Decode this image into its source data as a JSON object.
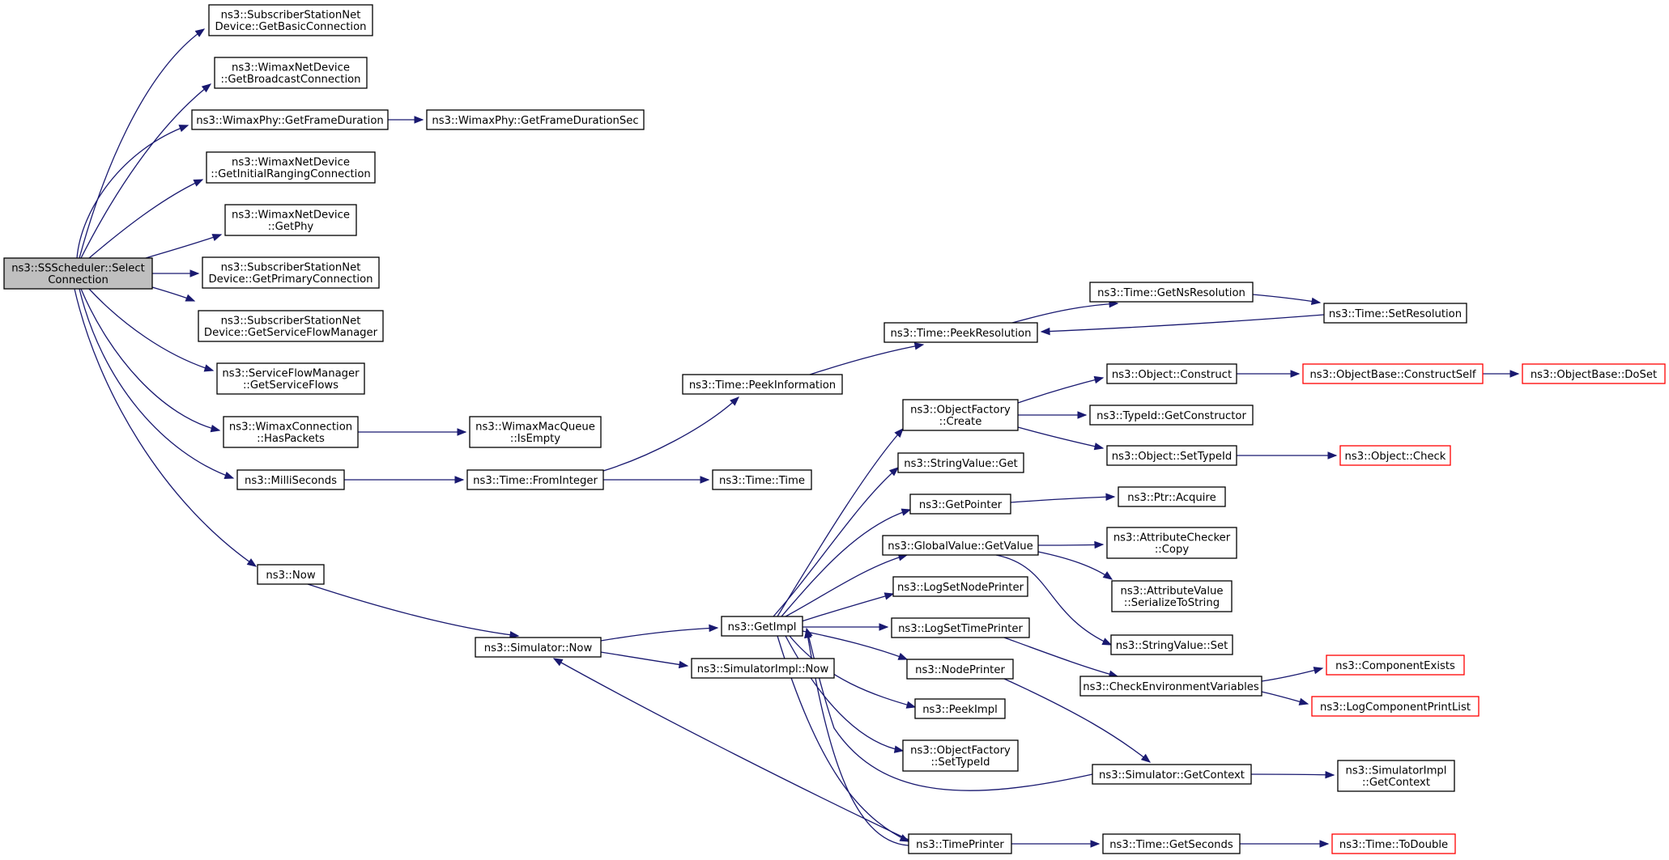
{
  "colors": {
    "edge": "#191970",
    "node_border": "#000000",
    "truncated_border": "#ff0000",
    "root_fill": "#bfbfbf",
    "node_fill": "#ffffff"
  },
  "nodes": [
    {
      "id": "root",
      "lines": [
        "ns3::SSScheduler::Select",
        "Connection"
      ],
      "kind": "root"
    },
    {
      "id": "getBasic",
      "lines": [
        "ns3::SubscriberStationNet",
        "Device::GetBasicConnection"
      ]
    },
    {
      "id": "getBroadcast",
      "lines": [
        "ns3::WimaxNetDevice",
        "::GetBroadcastConnection"
      ]
    },
    {
      "id": "getFrameDur",
      "lines": [
        "ns3::WimaxPhy::GetFrameDuration"
      ]
    },
    {
      "id": "getFrameDurSec",
      "lines": [
        "ns3::WimaxPhy::GetFrameDurationSec"
      ]
    },
    {
      "id": "getInitRanging",
      "lines": [
        "ns3::WimaxNetDevice",
        "::GetInitialRangingConnection"
      ]
    },
    {
      "id": "getPhy",
      "lines": [
        "ns3::WimaxNetDevice",
        "::GetPhy"
      ]
    },
    {
      "id": "getPrimary",
      "lines": [
        "ns3::SubscriberStationNet",
        "Device::GetPrimaryConnection"
      ]
    },
    {
      "id": "getSFM",
      "lines": [
        "ns3::SubscriberStationNet",
        "Device::GetServiceFlowManager"
      ]
    },
    {
      "id": "getSF",
      "lines": [
        "ns3::ServiceFlowManager",
        "::GetServiceFlows"
      ]
    },
    {
      "id": "hasPackets",
      "lines": [
        "ns3::WimaxConnection",
        "::HasPackets"
      ]
    },
    {
      "id": "isEmpty",
      "lines": [
        "ns3::WimaxMacQueue",
        "::IsEmpty"
      ]
    },
    {
      "id": "milli",
      "lines": [
        "ns3::MilliSeconds"
      ]
    },
    {
      "id": "fromInt",
      "lines": [
        "ns3::Time::FromInteger"
      ]
    },
    {
      "id": "timeTime",
      "lines": [
        "ns3::Time::Time"
      ]
    },
    {
      "id": "peekInfo",
      "lines": [
        "ns3::Time::PeekInformation"
      ]
    },
    {
      "id": "peekRes",
      "lines": [
        "ns3::Time::PeekResolution"
      ]
    },
    {
      "id": "getNsRes",
      "lines": [
        "ns3::Time::GetNsResolution"
      ]
    },
    {
      "id": "setRes",
      "lines": [
        "ns3::Time::SetResolution"
      ]
    },
    {
      "id": "now",
      "lines": [
        "ns3::Now"
      ]
    },
    {
      "id": "simNow",
      "lines": [
        "ns3::Simulator::Now"
      ]
    },
    {
      "id": "simImplNow",
      "lines": [
        "ns3::SimulatorImpl::Now"
      ]
    },
    {
      "id": "getImpl",
      "lines": [
        "ns3::GetImpl"
      ]
    },
    {
      "id": "ofCreate",
      "lines": [
        "ns3::ObjectFactory",
        "::Create"
      ]
    },
    {
      "id": "strGet",
      "lines": [
        "ns3::StringValue::Get"
      ]
    },
    {
      "id": "getPointer",
      "lines": [
        "ns3::GetPointer"
      ]
    },
    {
      "id": "gvGetValue",
      "lines": [
        "ns3::GlobalValue::GetValue"
      ]
    },
    {
      "id": "logSetNode",
      "lines": [
        "ns3::LogSetNodePrinter"
      ]
    },
    {
      "id": "logSetTime",
      "lines": [
        "ns3::LogSetTimePrinter"
      ]
    },
    {
      "id": "nodePrinter",
      "lines": [
        "ns3::NodePrinter"
      ]
    },
    {
      "id": "peekImpl",
      "lines": [
        "ns3::PeekImpl"
      ]
    },
    {
      "id": "ofSetTypeId",
      "lines": [
        "ns3::ObjectFactory",
        "::SetTypeId"
      ]
    },
    {
      "id": "timePrinter",
      "lines": [
        "ns3::TimePrinter"
      ]
    },
    {
      "id": "objConstruct",
      "lines": [
        "ns3::Object::Construct"
      ]
    },
    {
      "id": "typeIdGetCtor",
      "lines": [
        "ns3::TypeId::GetConstructor"
      ]
    },
    {
      "id": "objSetTypeId",
      "lines": [
        "ns3::Object::SetTypeId"
      ]
    },
    {
      "id": "obConstructSelf",
      "lines": [
        "ns3::ObjectBase::ConstructSelf"
      ],
      "kind": "truncated"
    },
    {
      "id": "obDoSet",
      "lines": [
        "ns3::ObjectBase::DoSet"
      ],
      "kind": "truncated"
    },
    {
      "id": "objCheck",
      "lines": [
        "ns3::Object::Check"
      ],
      "kind": "truncated"
    },
    {
      "id": "ptrAcquire",
      "lines": [
        "ns3::Ptr::Acquire"
      ]
    },
    {
      "id": "acCopy",
      "lines": [
        "ns3::AttributeChecker",
        "::Copy"
      ]
    },
    {
      "id": "avSer",
      "lines": [
        "ns3::AttributeValue",
        "::SerializeToString"
      ]
    },
    {
      "id": "strSet",
      "lines": [
        "ns3::StringValue::Set"
      ]
    },
    {
      "id": "checkEnv",
      "lines": [
        "ns3::CheckEnvironmentVariables"
      ]
    },
    {
      "id": "compExists",
      "lines": [
        "ns3::ComponentExists"
      ],
      "kind": "truncated"
    },
    {
      "id": "logCompPrint",
      "lines": [
        "ns3::LogComponentPrintList"
      ],
      "kind": "truncated"
    },
    {
      "id": "simGetCtx",
      "lines": [
        "ns3::Simulator::GetContext"
      ]
    },
    {
      "id": "simImplGetCtx",
      "lines": [
        "ns3::SimulatorImpl",
        "::GetContext"
      ]
    },
    {
      "id": "timeGetSec",
      "lines": [
        "ns3::Time::GetSeconds"
      ]
    },
    {
      "id": "timeToDouble",
      "lines": [
        "ns3::Time::ToDouble"
      ],
      "kind": "truncated"
    }
  ]
}
